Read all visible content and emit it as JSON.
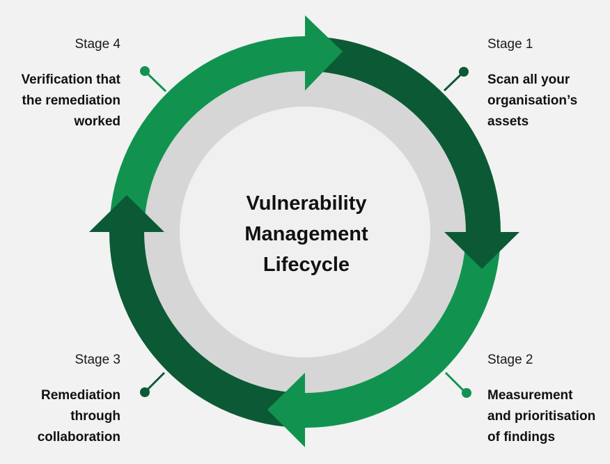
{
  "title_lines": [
    "Vulnerability",
    "Management",
    "Lifecycle"
  ],
  "stages": [
    {
      "label": "Stage 1",
      "lines": [
        "Scan all your",
        "organisation’s",
        "assets"
      ]
    },
    {
      "label": "Stage 2",
      "lines": [
        "Measurement",
        "and prioritisation",
        "of findings"
      ]
    },
    {
      "label": "Stage 3",
      "lines": [
        "Remediation",
        "through",
        "collaboration"
      ]
    },
    {
      "label": "Stage 4",
      "lines": [
        "Verification that",
        "the remediation",
        "worked"
      ]
    }
  ],
  "colors": {
    "background": "#f2f2f2",
    "dark_green": "#0b5a35",
    "light_green": "#11934f",
    "inner_ring": "#d6d6d6",
    "center_fill": "#f0f0f0",
    "text": "#111111"
  }
}
